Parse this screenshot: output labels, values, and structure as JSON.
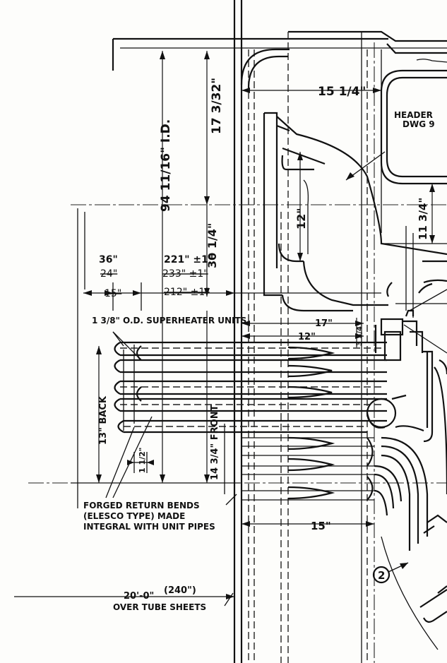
{
  "notes": {
    "header_1": "HEADER",
    "header_2": "DWG 9",
    "superheater_units": "1 3/8\" O.D. SUPERHEATER UNITS",
    "forged_1": "FORGED RETURN BENDS",
    "forged_2": "(ELESCO TYPE) MADE",
    "forged_3": "INTEGRAL WITH UNIT PIPES",
    "over_tube": "OVER TUBE SHEETS",
    "callout_2": "2"
  },
  "dimensions": {
    "id_94": "94 11/16\" I.D.",
    "d_17_3_32": "17 3/32\"",
    "d_15_1_4": "15 1/4\"",
    "d_12_vert": "12\"",
    "d_11_3_4": "11 3/4\"",
    "d_36": "36\"",
    "d_24_struck": "24\"",
    "d_15_struck": "15\"",
    "d_221": "221\" ±1\"",
    "d_233_struck": "233\" ±1\"",
    "d_30_1_4": "30 1/4\"",
    "d_212_struck": "212\" ±1\"",
    "d_17_horiz": "17\"",
    "d_12_horiz": "12\"",
    "d_3_3_4_small": "3 3/4\"",
    "d_13_back": "13\" BACK",
    "d_1_1_2": "1 1/2\"",
    "d_14_3_4_front": "14 3/4\" FRONT",
    "d_15_bottom": "15\"",
    "d_20_0": "20'-0\"",
    "d_240": "(240\")"
  }
}
